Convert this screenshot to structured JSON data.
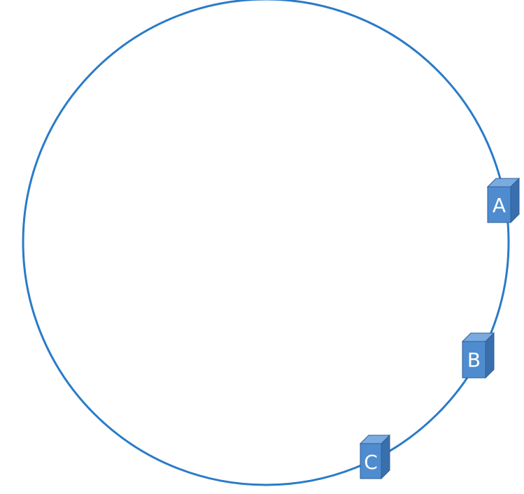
{
  "diagram": {
    "ring_color": "#2a7bc8",
    "node_front_color": "#4f8ccf",
    "node_top_color": "#7aaae0",
    "node_side_color": "#3a6fae",
    "node_edge_color": "#2f5f97",
    "nodes": [
      {
        "id": "a",
        "label": "A"
      },
      {
        "id": "b",
        "label": "B"
      },
      {
        "id": "c",
        "label": "C"
      }
    ]
  }
}
